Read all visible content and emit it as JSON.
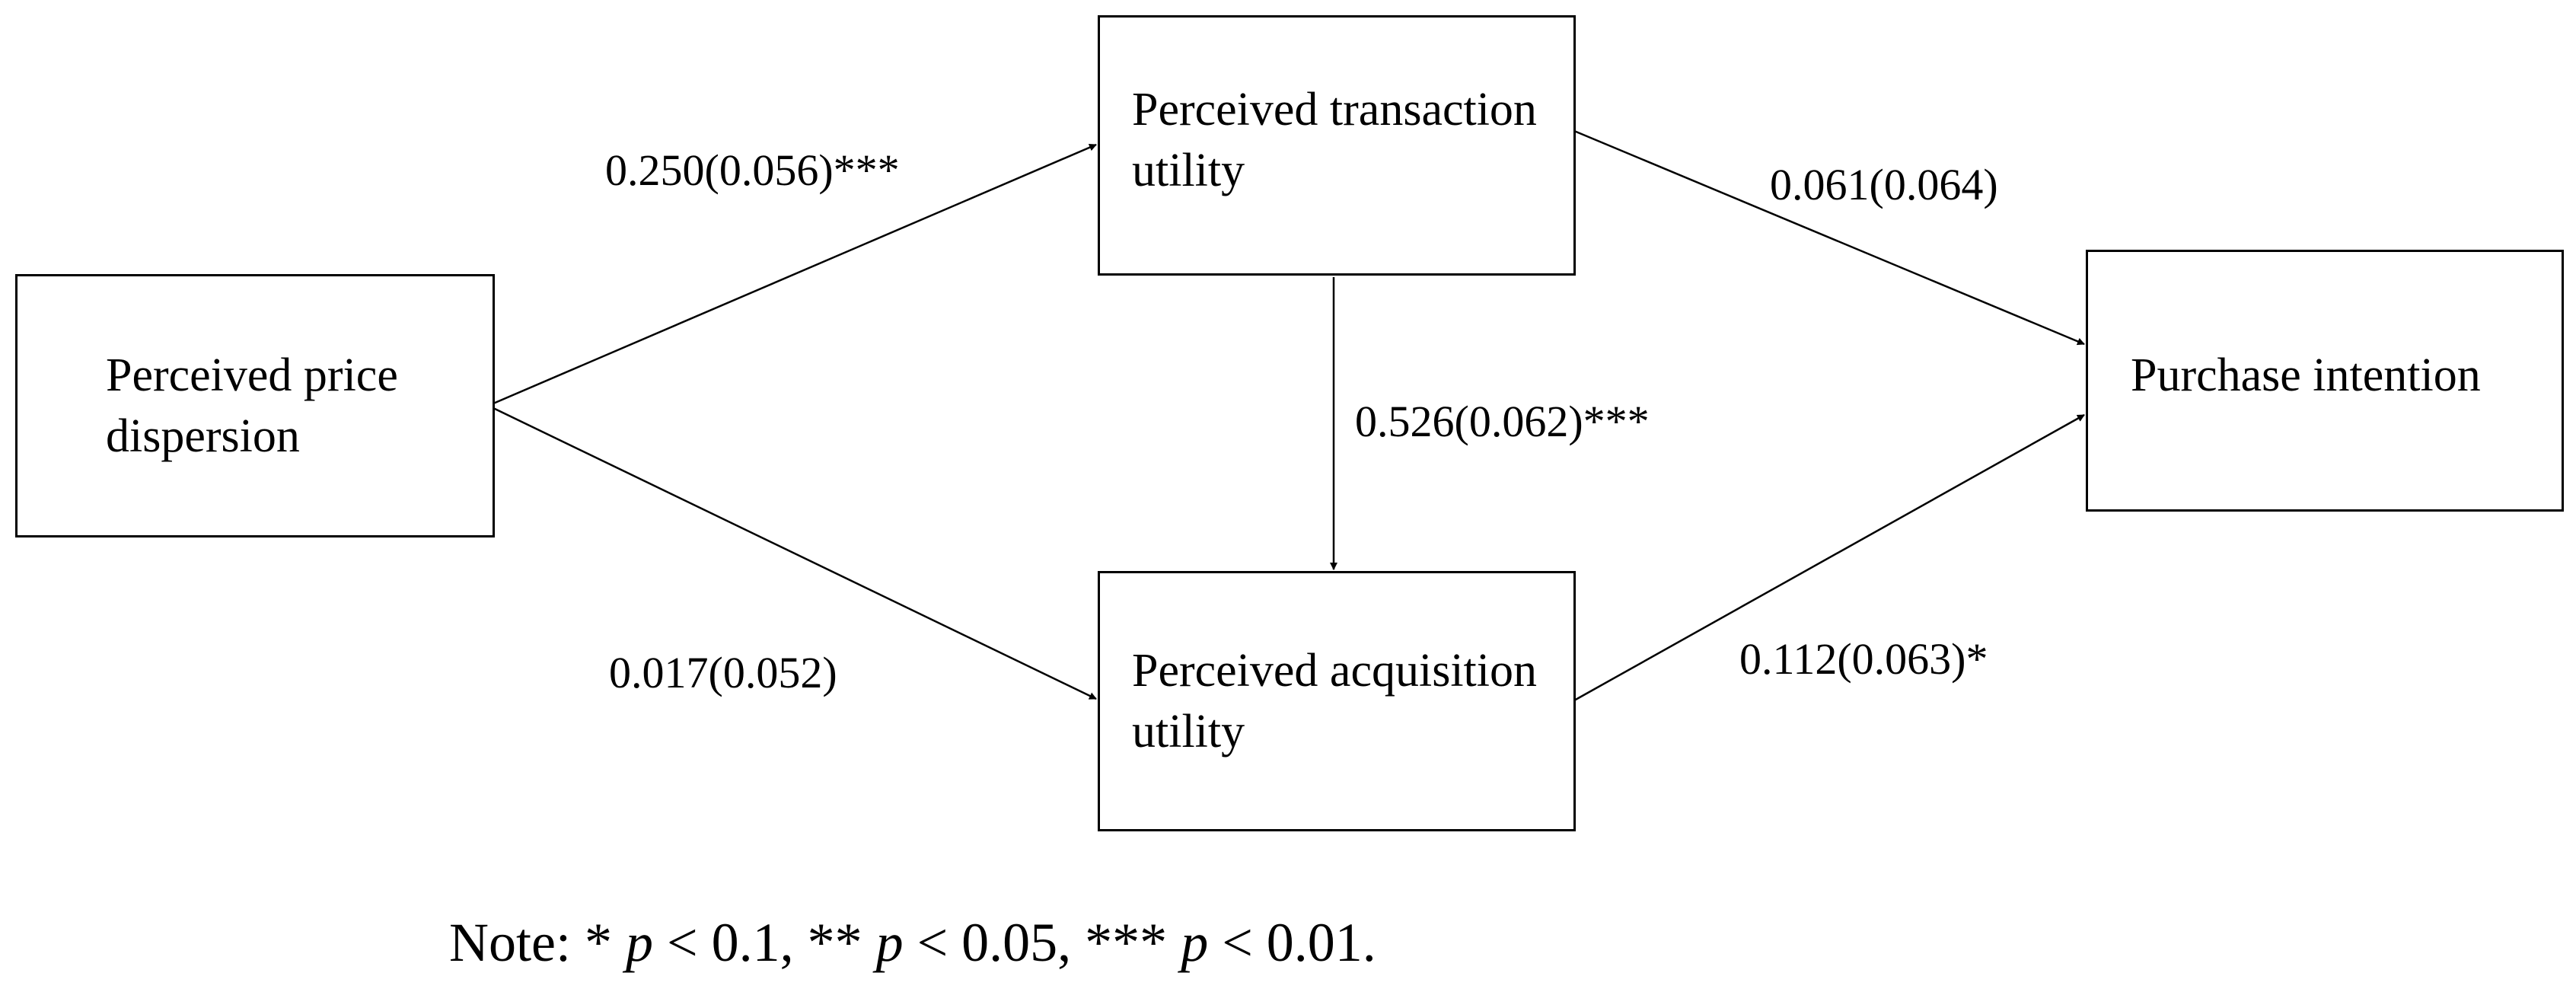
{
  "nodes": {
    "price_dispersion": "Perceived price\ndispersion",
    "transaction_utility": "Perceived transaction\nutility",
    "acquisition_utility": "Perceived acquisition\nutility",
    "purchase_intention": "Purchase intention"
  },
  "paths": {
    "dispersion_to_transaction": "0.250(0.056)***",
    "dispersion_to_acquisition": "0.017(0.052)",
    "transaction_to_acquisition": "0.526(0.062)***",
    "transaction_to_intention": "0.061(0.064)",
    "acquisition_to_intention": "0.112(0.063)*"
  },
  "note": {
    "prefix": "Note: * ",
    "p1": "p",
    "t1": " < 0.1, ** ",
    "p2": "p",
    "t2": " < 0.05, *** ",
    "p3": "p",
    "t3": " < 0.01."
  }
}
